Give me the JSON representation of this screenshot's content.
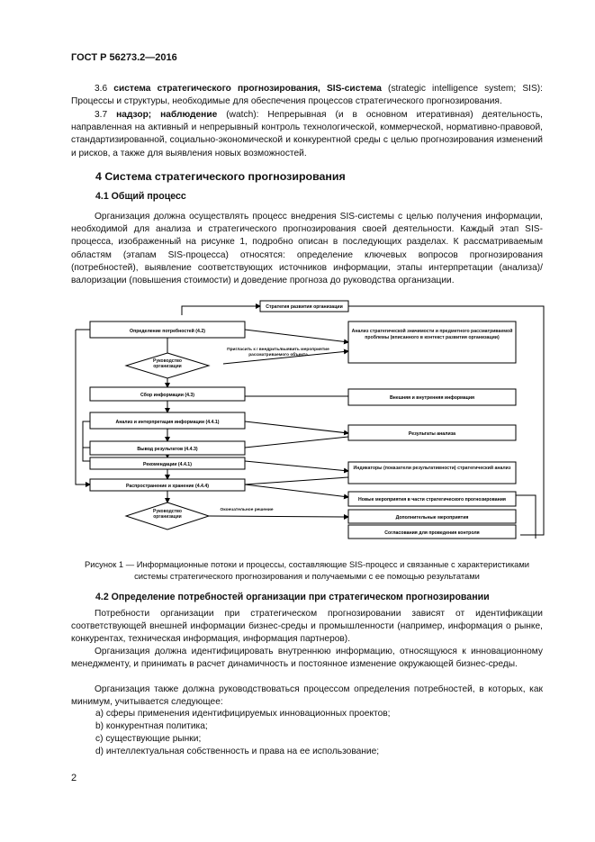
{
  "header": {
    "standard": "ГОСТ Р 56273.2—2016"
  },
  "defs": {
    "d36": {
      "num": "3.6 ",
      "term": "система стратегического прогнозирования, SIS-система",
      "rest": " (strategic intelligence system; SIS): Процессы и структуры, необходимые для обеспечения процессов стратегического прогнозирования."
    },
    "d37": {
      "num": "3.7 ",
      "term": "надзор; наблюдение",
      "rest": " (watch): Непрерывная (и в основном итеративная) деятельность, направленная на активный и непрерывный контроль технологической, коммерческой, нормативно-правовой, стандартизированной, социально-экономической и конкурентной среды с целью прогнозирования изменений и рисков, а также для выявления новых возможностей."
    }
  },
  "section4": {
    "title": "4 Система стратегического прогнозирования",
    "s41_title": "4.1 Общий процесс",
    "s41_p1": "Организация должна осуществлять процесс внедрения SIS-системы с целью получения информации, необходимой для анализа и стратегического прогнозирования своей деятельности. Каждый этап SIS-процесса, изображенный на рисунке 1, подробно описан в последующих разделах. К рассматриваемым областям (этапам SIS-процесса) относятся: определение ключевых вопросов прогнозирования (потребностей), выявление соответствующих источников информации, этапы интерпретации (анализа)/валоризации (повышения стоимости) и доведение прогноза до руководства организации."
  },
  "figure": {
    "left_boxes": [
      "Определение потребностей (4.2)",
      "Сбор информации (4.3)",
      "Анализ и интерпретация информации (4.4.1)",
      "Вывод результатов (4.4.3)",
      "Рекомендации (4.4.1)",
      "Распространение и хранение (4.4.4)"
    ],
    "right_boxes": [
      "Стратегия развития организации",
      "Анализ стратегической значимости и предметного рассматриваемой проблемы (вписанного в контекст развития организации)",
      "Внешняя и внутренняя информация",
      "Результаты анализа",
      "Индикаторы (показатели результативности) стратегический анализ",
      "Новые мероприятия в части стратегического прогнозирования",
      "Дополнительные мероприятия",
      "Согласования для проведения контроля"
    ],
    "diamond1": "Руководство организации",
    "diamond2": "Руководство организации",
    "mid_label1": "Пригласить к / внедрить/выявить мероприятие рассматриваемого объекта",
    "mid_label2": "Окончательное решение",
    "caption": "Рисунок 1 — Информационные потоки и процессы, составляющие SIS-процесс и связанные с характеристиками системы стратегического прогнозирования и получаемыми с ее помощью результатами"
  },
  "section42": {
    "title": "4.2 Определение потребностей организации при стратегическом прогнозировании",
    "p1": "Потребности организации при стратегическом прогнозировании зависят от идентификации соответствующей внешней информации бизнес-среды и промышленности (например, информация о рынке, конкурентах, техническая информация, информация партнеров).",
    "p2": "Организация должна идентифицировать внутреннюю информацию, относящуюся к инновационному менеджменту, и принимать в расчет динамичность и постоянное изменение окружающей бизнес-среды.",
    "p3": "Организация также должна руководствоваться процессом определения потребностей, в которых, как минимум, учитывается следующее:",
    "items": [
      "a) сферы применения идентифицируемых инновационных проектов;",
      "b) конкурентная политика;",
      "c) существующие рынки;",
      "d) интеллектуальная собственность и права на ее использование;"
    ]
  },
  "page_number": "2"
}
